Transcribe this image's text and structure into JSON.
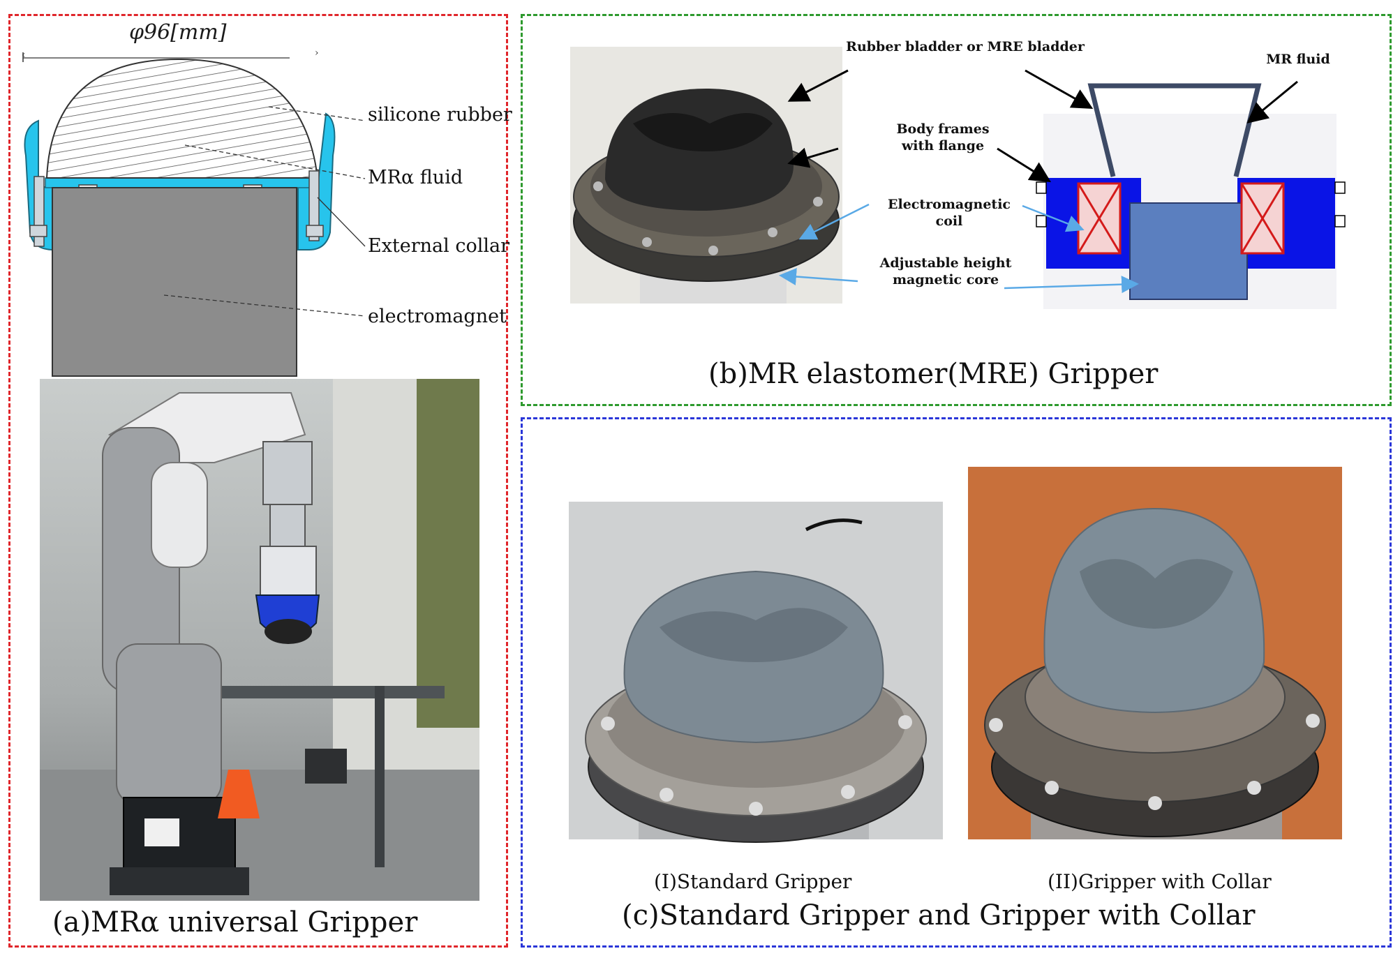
{
  "panel_a": {
    "caption": "(a)MRα universal Gripper",
    "dimension_label": "φ96[mm]",
    "labels": {
      "silicone": "silicone rubber",
      "fluid": "MRα fluid",
      "collar": "External collar",
      "electromagnet": "electromagnet"
    }
  },
  "panel_b": {
    "caption": "(b)MR elastomer(MRE) Gripper",
    "labels": {
      "bladder": "Rubber bladder or MRE bladder",
      "mr_fluid": "MR fluid",
      "body_frames": "Body frames with flange",
      "coil": "Electromagnetic coil",
      "core": "Adjustable height magnetic core"
    }
  },
  "panel_c": {
    "caption": "(c)Standard Gripper and Gripper with Collar",
    "sub_i": "(I)Standard Gripper",
    "sub_ii": "(II)Gripper with Collar"
  },
  "colors": {
    "panel_a_border": "#e0262b",
    "panel_b_border": "#2e9a2e",
    "panel_c_border": "#2a36d8",
    "collar_cyan": "#27c4ec",
    "electromagnet_gray": "#8c8c8c",
    "coil_blue": "#0a14e6",
    "core_blue": "#5b7fbf"
  }
}
